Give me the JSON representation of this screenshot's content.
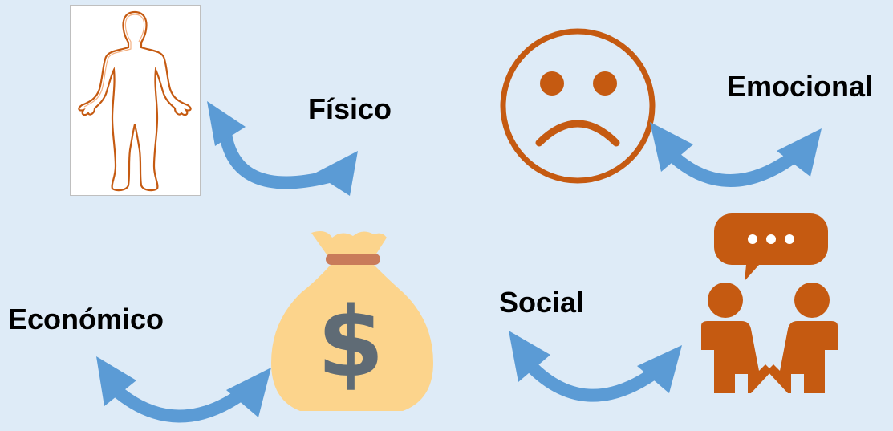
{
  "labels": {
    "fisico": "Físico",
    "emocional": "Emocional",
    "social": "Social",
    "economico": "Económico"
  },
  "icons": {
    "fisico": "human-body-outline-icon",
    "emocional": "sad-face-icon",
    "social": "people-talking-icon",
    "economico": "money-bag-icon"
  },
  "colors": {
    "background": "#deebf7",
    "arrow": "#5b9bd5",
    "accent_orange": "#c55a11",
    "bag_fill": "#fcd48c",
    "dollar": "#5f6b75",
    "bag_tie": "#c97b5a"
  }
}
